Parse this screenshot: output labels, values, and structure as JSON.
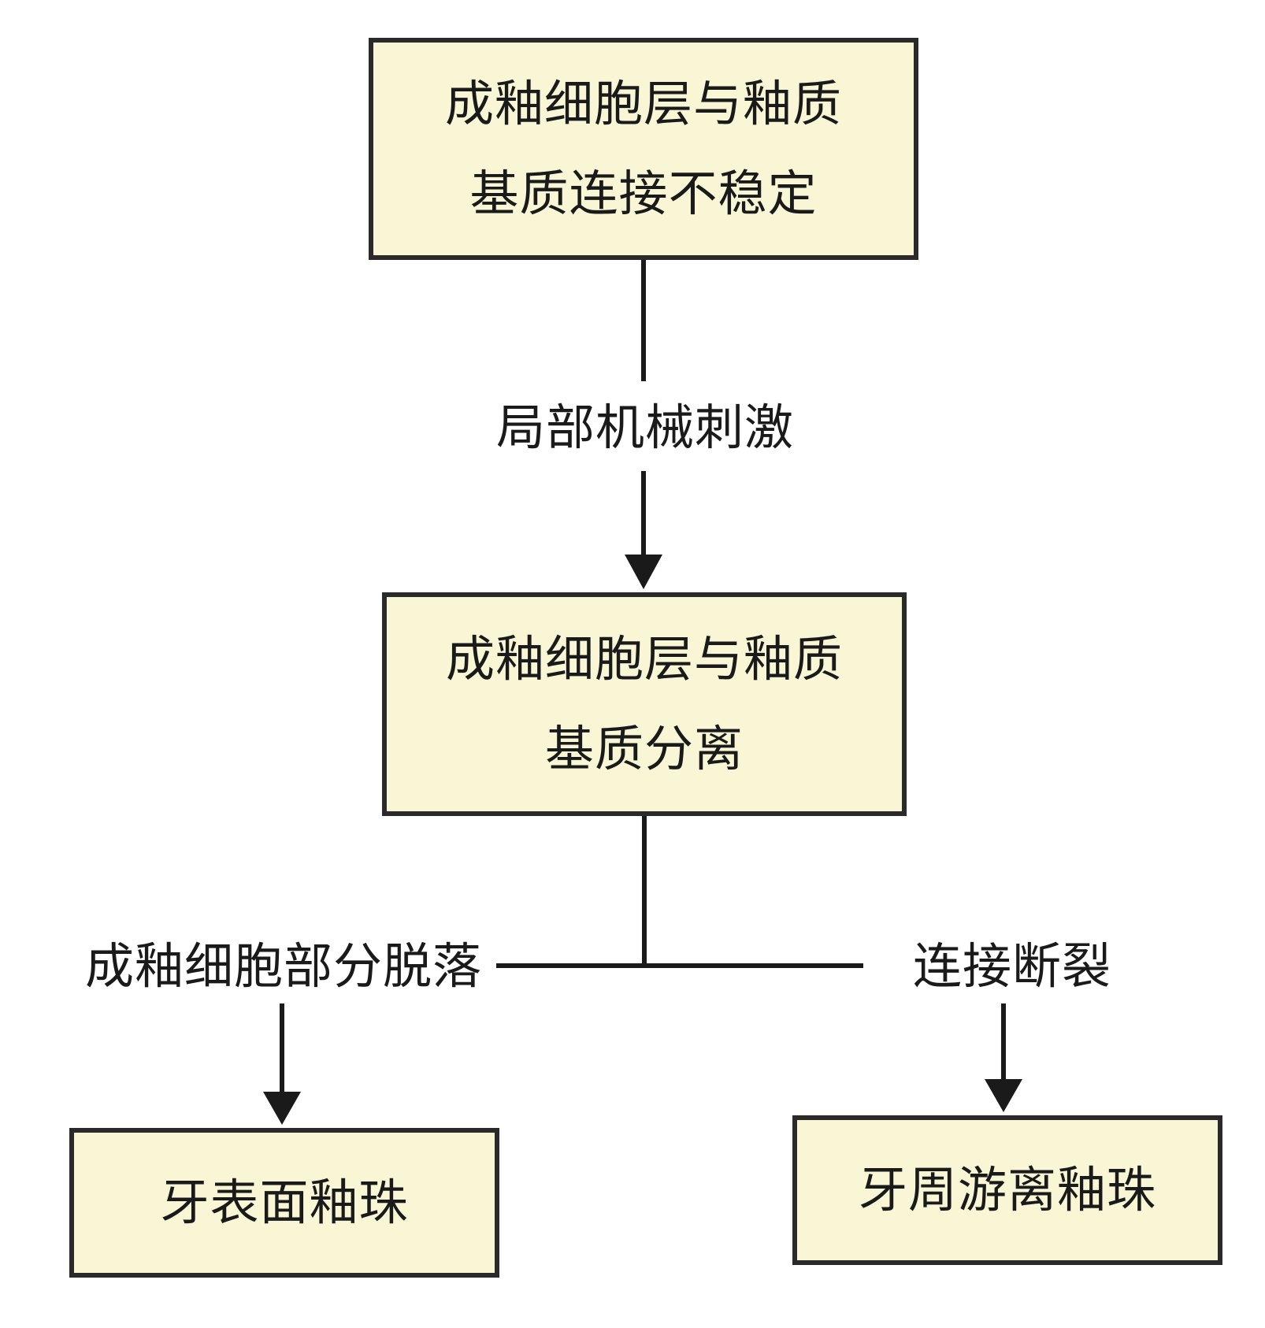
{
  "nodes": {
    "top": {
      "lines": [
        "成釉细胞层与釉质",
        "基质连接不稳定"
      ]
    },
    "middle": {
      "lines": [
        "成釉细胞层与釉质",
        "基质分离"
      ]
    },
    "left": {
      "text": "牙表面釉珠"
    },
    "right": {
      "text": "牙周游离釉珠"
    }
  },
  "edges": {
    "stimulus": "局部机械刺激",
    "left_branch": "成釉细胞部分脱落",
    "right_branch": "连接断裂"
  },
  "colors": {
    "box_fill": "#f9f6d6",
    "line": "#1a1a1a"
  }
}
